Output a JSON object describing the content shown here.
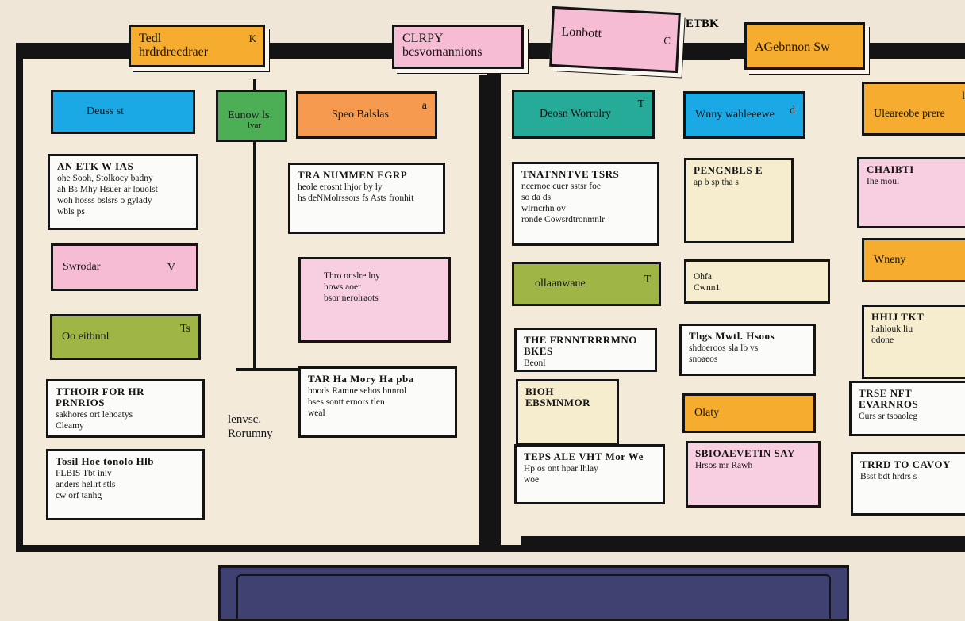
{
  "tabs": [
    {
      "label": "Tedl\nhrdrdrecdraer",
      "mark": "K"
    },
    {
      "label": "CLRPY\nbcsvornannions",
      "mark": ""
    },
    {
      "label": "Lonbott",
      "mark": "C"
    },
    {
      "label": "ETBK",
      "mark": ""
    },
    {
      "label": "AGebnnon Sw",
      "mark": ""
    }
  ],
  "cards": [
    {
      "title": "Deuss st",
      "body": "",
      "mark": ""
    },
    {
      "title": "Eunow ls",
      "body": "",
      "mark": "lvar"
    },
    {
      "title": "Speo Balslas",
      "body": "",
      "mark": "a"
    },
    {
      "title": "Deosn Worrolry",
      "body": "",
      "mark": "T"
    },
    {
      "title": "Wnny wahleeewe",
      "body": "",
      "mark": "d"
    },
    {
      "title": "Uleareobe prere",
      "body": "",
      "mark": "lo"
    },
    {
      "title": "AN ETK W IAS",
      "body": "ohe Sooh, Stolkocy badny\nah Bs Mhy Hsuer ar louolst\nwoh hosss bslsrs o gylady\nwbls ps",
      "mark": ""
    },
    {
      "title": "TRA NUMMEN EGRP",
      "body": "heole erosnt lhjor by ly\nhs deNMolrssors fs Asts fronhit",
      "mark": ""
    },
    {
      "title": "TNATNNTVE TSRS",
      "body": "ncernoe cuer sstsr foe\nso da ds\nwlrncrhn ov\nronde Cowsrdtronmnlr",
      "mark": ""
    },
    {
      "title": "PENGNBLS E",
      "body": "ap b sp tha s",
      "mark": ""
    },
    {
      "title": "CHAIBTI",
      "body": "Ihe moul",
      "mark": ""
    },
    {
      "title": "Swrodar",
      "body": "",
      "mark": "V"
    },
    {
      "title": "Thro onslre lny\nhows aoer\nbsor nerolraots",
      "body": "",
      "mark": ""
    },
    {
      "title": "ollaanwaue",
      "body": "",
      "mark": "T"
    },
    {
      "title": "Ohfa\nCwnn1",
      "body": "",
      "mark": ""
    },
    {
      "title": "Wneny",
      "body": "",
      "mark": ""
    },
    {
      "title": "Oo eitbnnl",
      "body": "",
      "mark": "Ts"
    },
    {
      "title": "THE FRNNTRRRMNO BKES",
      "body": "Beonl",
      "mark": ""
    },
    {
      "title": "Thgs Mwtl. Hsoos",
      "body": "shdoeroos sla lb vs\nsnoaeos",
      "mark": ""
    },
    {
      "title": "HHIJ TKT",
      "body": "hahlouk liu\nodone",
      "mark": ""
    },
    {
      "title": "TAR Ha Mory Ha pba",
      "body": "hoods Ramne sehos bnnrol\nbses sontt ernors tlen\nweal",
      "mark": ""
    },
    {
      "title": "BIOH EBSMNMOR",
      "body": "",
      "mark": ""
    },
    {
      "title": "Olaty",
      "body": "",
      "mark": ""
    },
    {
      "title": "TTHOIR FOR HR PRNRIOS",
      "body": "sakhores ort lehoatys\nCleamy",
      "mark": ""
    },
    {
      "title": "TRSE NFT EVARNROS",
      "body": "Curs sr tsoaoleg",
      "mark": ""
    },
    {
      "title": "Tosil Hoe tonolo Hlb",
      "body": "FLBIS Tbt iniv\nanders hellrt stls\ncw orf tanhg",
      "mark": ""
    },
    {
      "title": "TEPS ALE VHT Mor We",
      "body": "Hp os ont hpar lhlay\nwoe",
      "mark": ""
    },
    {
      "title": "SBIOAEVETIN SAY",
      "body": "Hrsos mr Rawh",
      "mark": ""
    },
    {
      "title": "TRRD TO CAVOY",
      "body": "Bsst bdt hrdrs s",
      "mark": ""
    }
  ],
  "scribble": "lenvsc.\nRorumny"
}
